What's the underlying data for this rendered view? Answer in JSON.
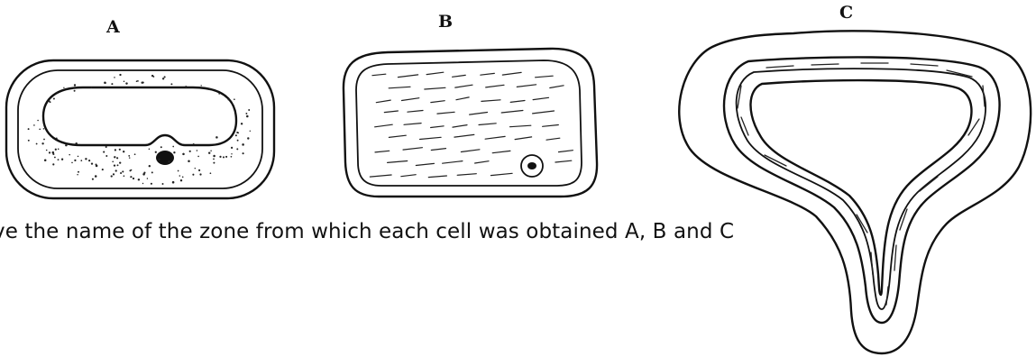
{
  "labels": {
    "a": "A",
    "b": "B",
    "c": "C"
  },
  "question": "ve the name of the zone from which each cell was obtained A, B and C"
}
